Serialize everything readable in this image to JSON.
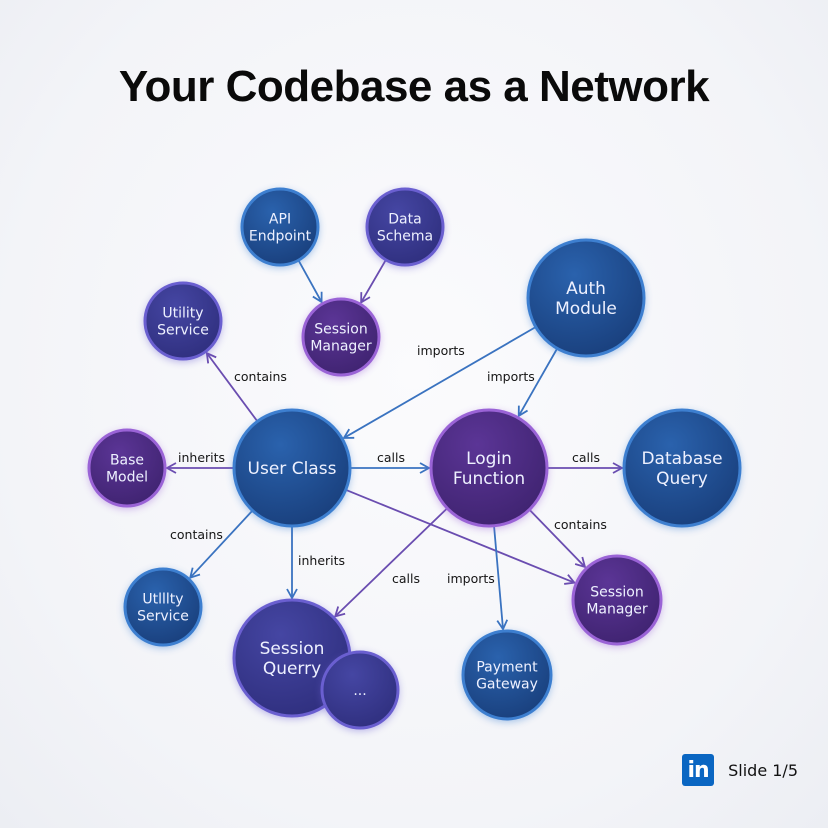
{
  "title": "Your Codebase as a Network",
  "colors": {
    "blue_fill": "#1f4f93",
    "blue_stroke": "#3d7fd0",
    "purple_fill": "#4d2c86",
    "purple_stroke": "#9a63d6",
    "indigo_fill": "#3a3a93",
    "indigo_stroke": "#6a5fd0",
    "edge_blue": "#3a73c0",
    "edge_purple": "#6a4db0"
  },
  "nodes": [
    {
      "id": "api-endpoint",
      "lines": [
        "API",
        "Endpoint"
      ],
      "style": "blue"
    },
    {
      "id": "data-schema",
      "lines": [
        "Data",
        "Schema"
      ],
      "style": "indigo"
    },
    {
      "id": "session-manager-top",
      "lines": [
        "Session",
        "Manager"
      ],
      "style": "purple"
    },
    {
      "id": "utility-service-top",
      "lines": [
        "Utility",
        "Service"
      ],
      "style": "indigo"
    },
    {
      "id": "auth-module",
      "lines": [
        "Auth",
        "Module"
      ],
      "style": "blue"
    },
    {
      "id": "base-model",
      "lines": [
        "Base",
        "Model"
      ],
      "style": "purple"
    },
    {
      "id": "user-class",
      "lines": [
        "User Class"
      ],
      "style": "blue"
    },
    {
      "id": "login-function",
      "lines": [
        "Login",
        "Function"
      ],
      "style": "purple"
    },
    {
      "id": "database-query",
      "lines": [
        "Database",
        "Query"
      ],
      "style": "blue"
    },
    {
      "id": "utility-service-bottom",
      "lines": [
        "Utlllty",
        "Service"
      ],
      "style": "blue"
    },
    {
      "id": "session-querry",
      "lines": [
        "Session",
        "Querry"
      ],
      "style": "indigo"
    },
    {
      "id": "more",
      "lines": [
        "..."
      ],
      "style": "indigo"
    },
    {
      "id": "session-manager-bottom",
      "lines": [
        "Session",
        "Manager"
      ],
      "style": "purple"
    },
    {
      "id": "payment-gateway",
      "lines": [
        "Payment",
        "Gateway"
      ],
      "style": "blue"
    }
  ],
  "edges": [
    {
      "from": "api-endpoint",
      "to": "session-manager-top",
      "label": "",
      "color": "blue"
    },
    {
      "from": "data-schema",
      "to": "session-manager-top",
      "label": "",
      "color": "purple"
    },
    {
      "from": "auth-module",
      "to": "user-class",
      "label": "imports",
      "color": "blue"
    },
    {
      "from": "auth-module",
      "to": "login-function",
      "label": "imports",
      "color": "blue"
    },
    {
      "from": "user-class",
      "to": "utility-service-top",
      "label": "contains",
      "color": "purple"
    },
    {
      "from": "user-class",
      "to": "base-model",
      "label": "inherits",
      "color": "purple"
    },
    {
      "from": "user-class",
      "to": "login-function",
      "label": "calls",
      "color": "blue"
    },
    {
      "from": "login-function",
      "to": "database-query",
      "label": "calls",
      "color": "purple"
    },
    {
      "from": "user-class",
      "to": "utility-service-bottom",
      "label": "contains",
      "color": "blue"
    },
    {
      "from": "user-class",
      "to": "session-querry",
      "label": "inherits",
      "color": "blue"
    },
    {
      "from": "user-class",
      "to": "session-manager-bottom",
      "label": "",
      "color": "purple"
    },
    {
      "from": "login-function",
      "to": "session-querry",
      "label": "calls",
      "color": "purple"
    },
    {
      "from": "login-function",
      "to": "payment-gateway",
      "label": "imports",
      "color": "blue"
    },
    {
      "from": "login-function",
      "to": "session-manager-bottom",
      "label": "contains",
      "color": "purple"
    }
  ],
  "footer": {
    "logo_text": "in",
    "slide": "Slide 1/5"
  }
}
